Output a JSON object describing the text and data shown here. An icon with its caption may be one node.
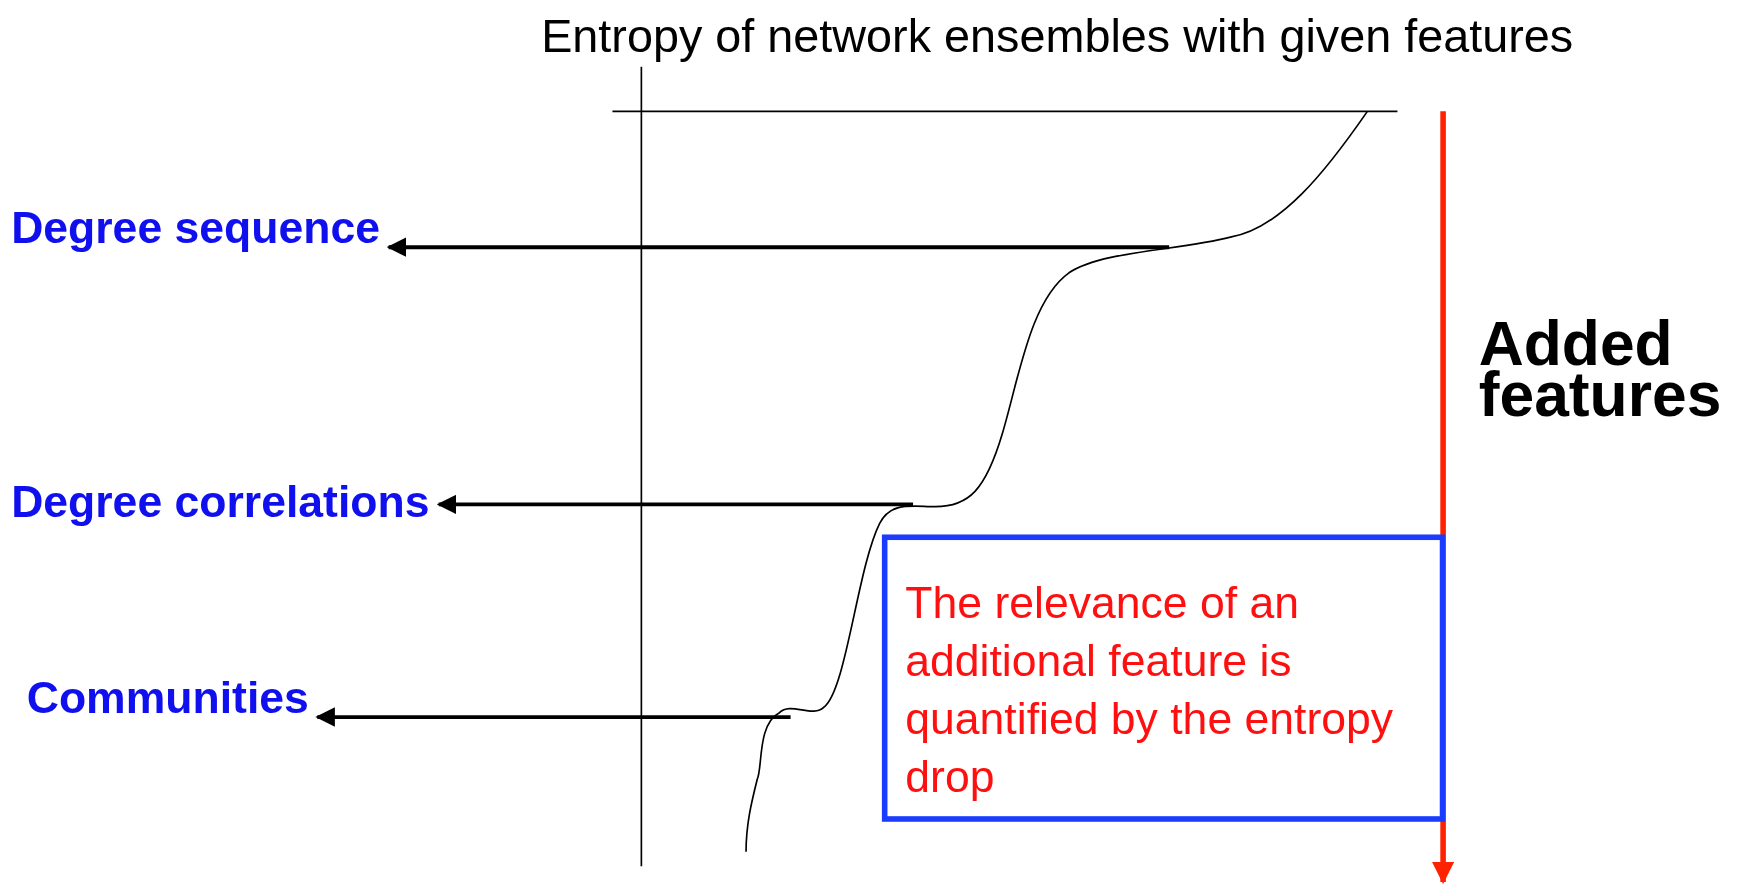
{
  "diagram": {
    "title": "Entropy of network ensembles with given features",
    "nodes": [
      {
        "text": [
          "Degree sequence"
        ]
      },
      {
        "text": [
          "Degree correlations"
        ]
      },
      {
        "text": [
          "Communities"
        ]
      },
      {
        "text": [
          "The relevance of an additional feature is quantified by the entropy drop"
        ]
      }
    ],
    "edges": [
      {
        "from": null,
        "to": 0,
        "arrow": "to"
      },
      {
        "from": null,
        "to": 1,
        "arrow": "to"
      },
      {
        "from": null,
        "to": 2,
        "arrow": "to"
      }
    ],
    "labels": [
      "Added features"
    ]
  }
}
